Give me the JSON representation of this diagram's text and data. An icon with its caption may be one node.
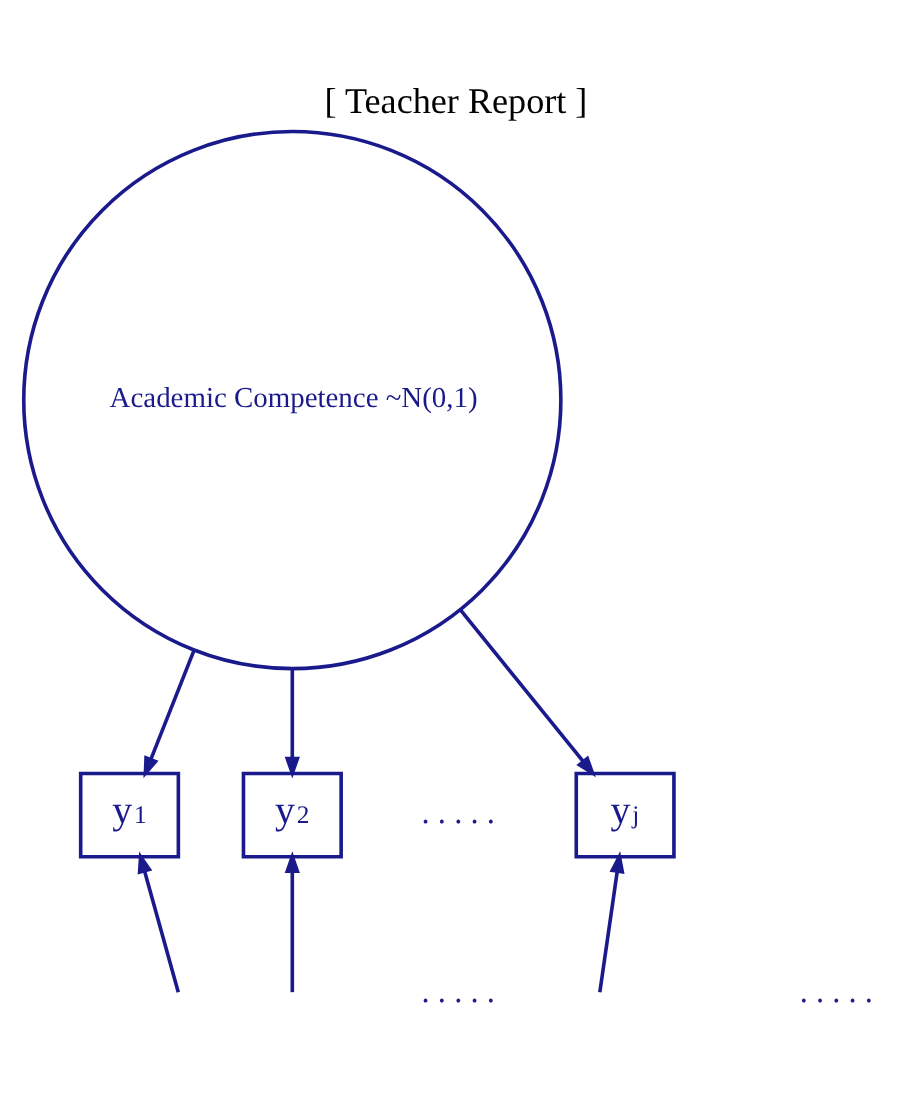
{
  "diagram": {
    "title": "[ Teacher Report ]",
    "nodes": [
      {
        "text": [
          "Academic Competence ~N(0,1)"
        ]
      },
      {
        "text": [
          "y$_{1}$"
        ]
      },
      {
        "text": [
          "y$_{2}$"
        ]
      },
      {
        "text": [
          "y$_{j}$"
        ]
      }
    ],
    "edges": [
      {
        "from": 0,
        "to": 1,
        "arrow": "to"
      },
      {
        "from": 0,
        "to": 2,
        "arrow": "to"
      },
      {
        "from": 0,
        "to": 3,
        "arrow": "to"
      },
      {
        "from": null,
        "to": 1,
        "arrow": "to"
      },
      {
        "from": null,
        "to": 2,
        "arrow": "to"
      },
      {
        "from": null,
        "to": 3,
        "arrow": "to"
      }
    ],
    "labels": [
      ". . . . .",
      ". . . . .",
      ". . . . ."
    ]
  }
}
